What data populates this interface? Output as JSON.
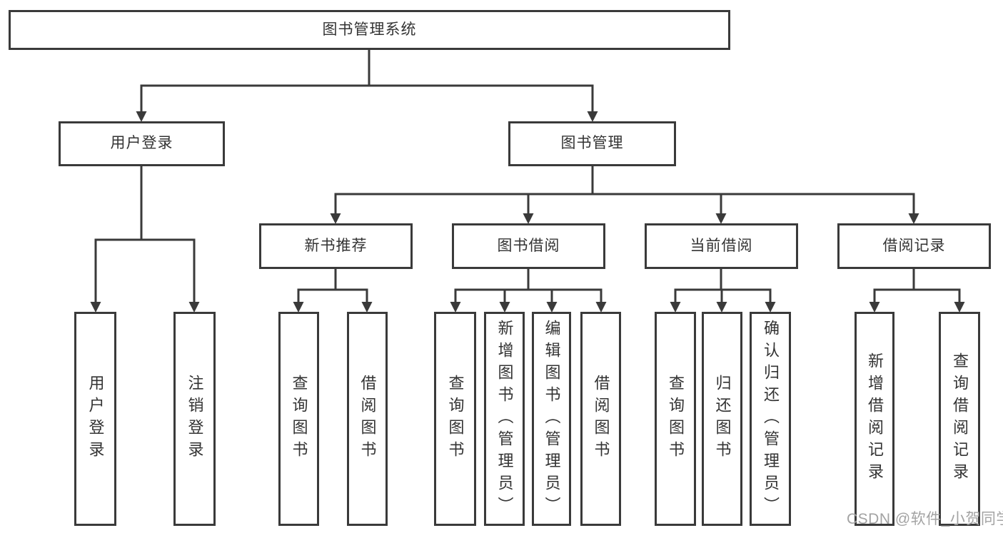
{
  "diagram": {
    "title": "图书管理系统",
    "branches": [
      {
        "label": "用户登录",
        "children": [
          "用户登录",
          "注销登录"
        ]
      },
      {
        "label": "图书管理",
        "modules": [
          {
            "label": "新书推荐",
            "children": [
              "查询图书",
              "借阅图书"
            ]
          },
          {
            "label": "图书借阅",
            "children": [
              "查询图书",
              "新增图书（管理员）",
              "编辑图书（管理员）",
              "借阅图书"
            ]
          },
          {
            "label": "当前借阅",
            "children": [
              "查询图书",
              "归还图书",
              "确认归还（管理员）"
            ]
          },
          {
            "label": "借阅记录",
            "children": [
              "新增借阅记录",
              "查询借阅记录"
            ]
          }
        ]
      }
    ]
  },
  "watermark": {
    "text": "CSDN @软件_小贺同学"
  },
  "colors": {
    "line": "#3a3a3a",
    "text": "#333333",
    "watermark": "#a3a3a3",
    "background": "#ffffff"
  }
}
